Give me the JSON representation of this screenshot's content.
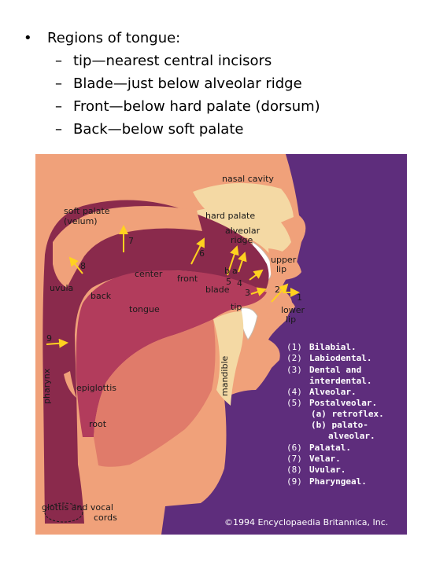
{
  "bullets": {
    "heading": "Regions of tongue:",
    "items": [
      "tip—nearest central incisors",
      "Blade—just below alveolar ridge",
      "Front—below hard palate (dorsum)",
      "Back—below soft palate"
    ]
  },
  "diagram": {
    "labels": {
      "nasal_cavity": "nasal cavity",
      "soft_palate_1": "soft palate",
      "soft_palate_2": "(velum)",
      "hard_palate": "hard palate",
      "alveolar_1": "alveolar",
      "alveolar_2": "ridge",
      "upper_lip_1": "upper",
      "upper_lip_2": "lip",
      "lower_lip_1": "lower",
      "lower_lip_2": "lip",
      "uvula": "uvula",
      "back": "back",
      "center": "center",
      "front": "front",
      "blade": "blade",
      "tip": "tip",
      "tongue": "tongue",
      "mandible": "mandible",
      "pharynx": "pharynx",
      "epiglottis": "epiglottis",
      "root": "root",
      "glottis_1": "glottis and vocal",
      "glottis_2": "cords",
      "a": "a",
      "b": "b"
    },
    "numbers": [
      "1",
      "2",
      "3",
      "4",
      "5",
      "6",
      "7",
      "8",
      "9"
    ],
    "legend": [
      {
        "n": "(1)",
        "text": "Bilabial."
      },
      {
        "n": "(2)",
        "text": "Labiodental."
      },
      {
        "n": "(3)",
        "text": "Dental and"
      },
      {
        "n": "",
        "text": "interdental."
      },
      {
        "n": "(4)",
        "text": "Alveolar."
      },
      {
        "n": "(5)",
        "text": "Postalveolar."
      },
      {
        "n": "",
        "text": "(a) retroflex."
      },
      {
        "n": "",
        "text": "(b) palato-"
      },
      {
        "n": "",
        "text": "alveolar."
      },
      {
        "n": "(6)",
        "text": "Palatal."
      },
      {
        "n": "(7)",
        "text": "Velar."
      },
      {
        "n": "(8)",
        "text": "Uvular."
      },
      {
        "n": "(9)",
        "text": "Pharyngeal."
      }
    ],
    "copyright": "©1994 Encyclopaedia Britannica, Inc.",
    "colors": {
      "background": "#5e2d7c",
      "tissue": "#f0a17a",
      "tongue": "#b23c5c",
      "tract": "#8a2a4c",
      "bone": "#f4d9a4",
      "arrow": "#ffd21f"
    }
  }
}
